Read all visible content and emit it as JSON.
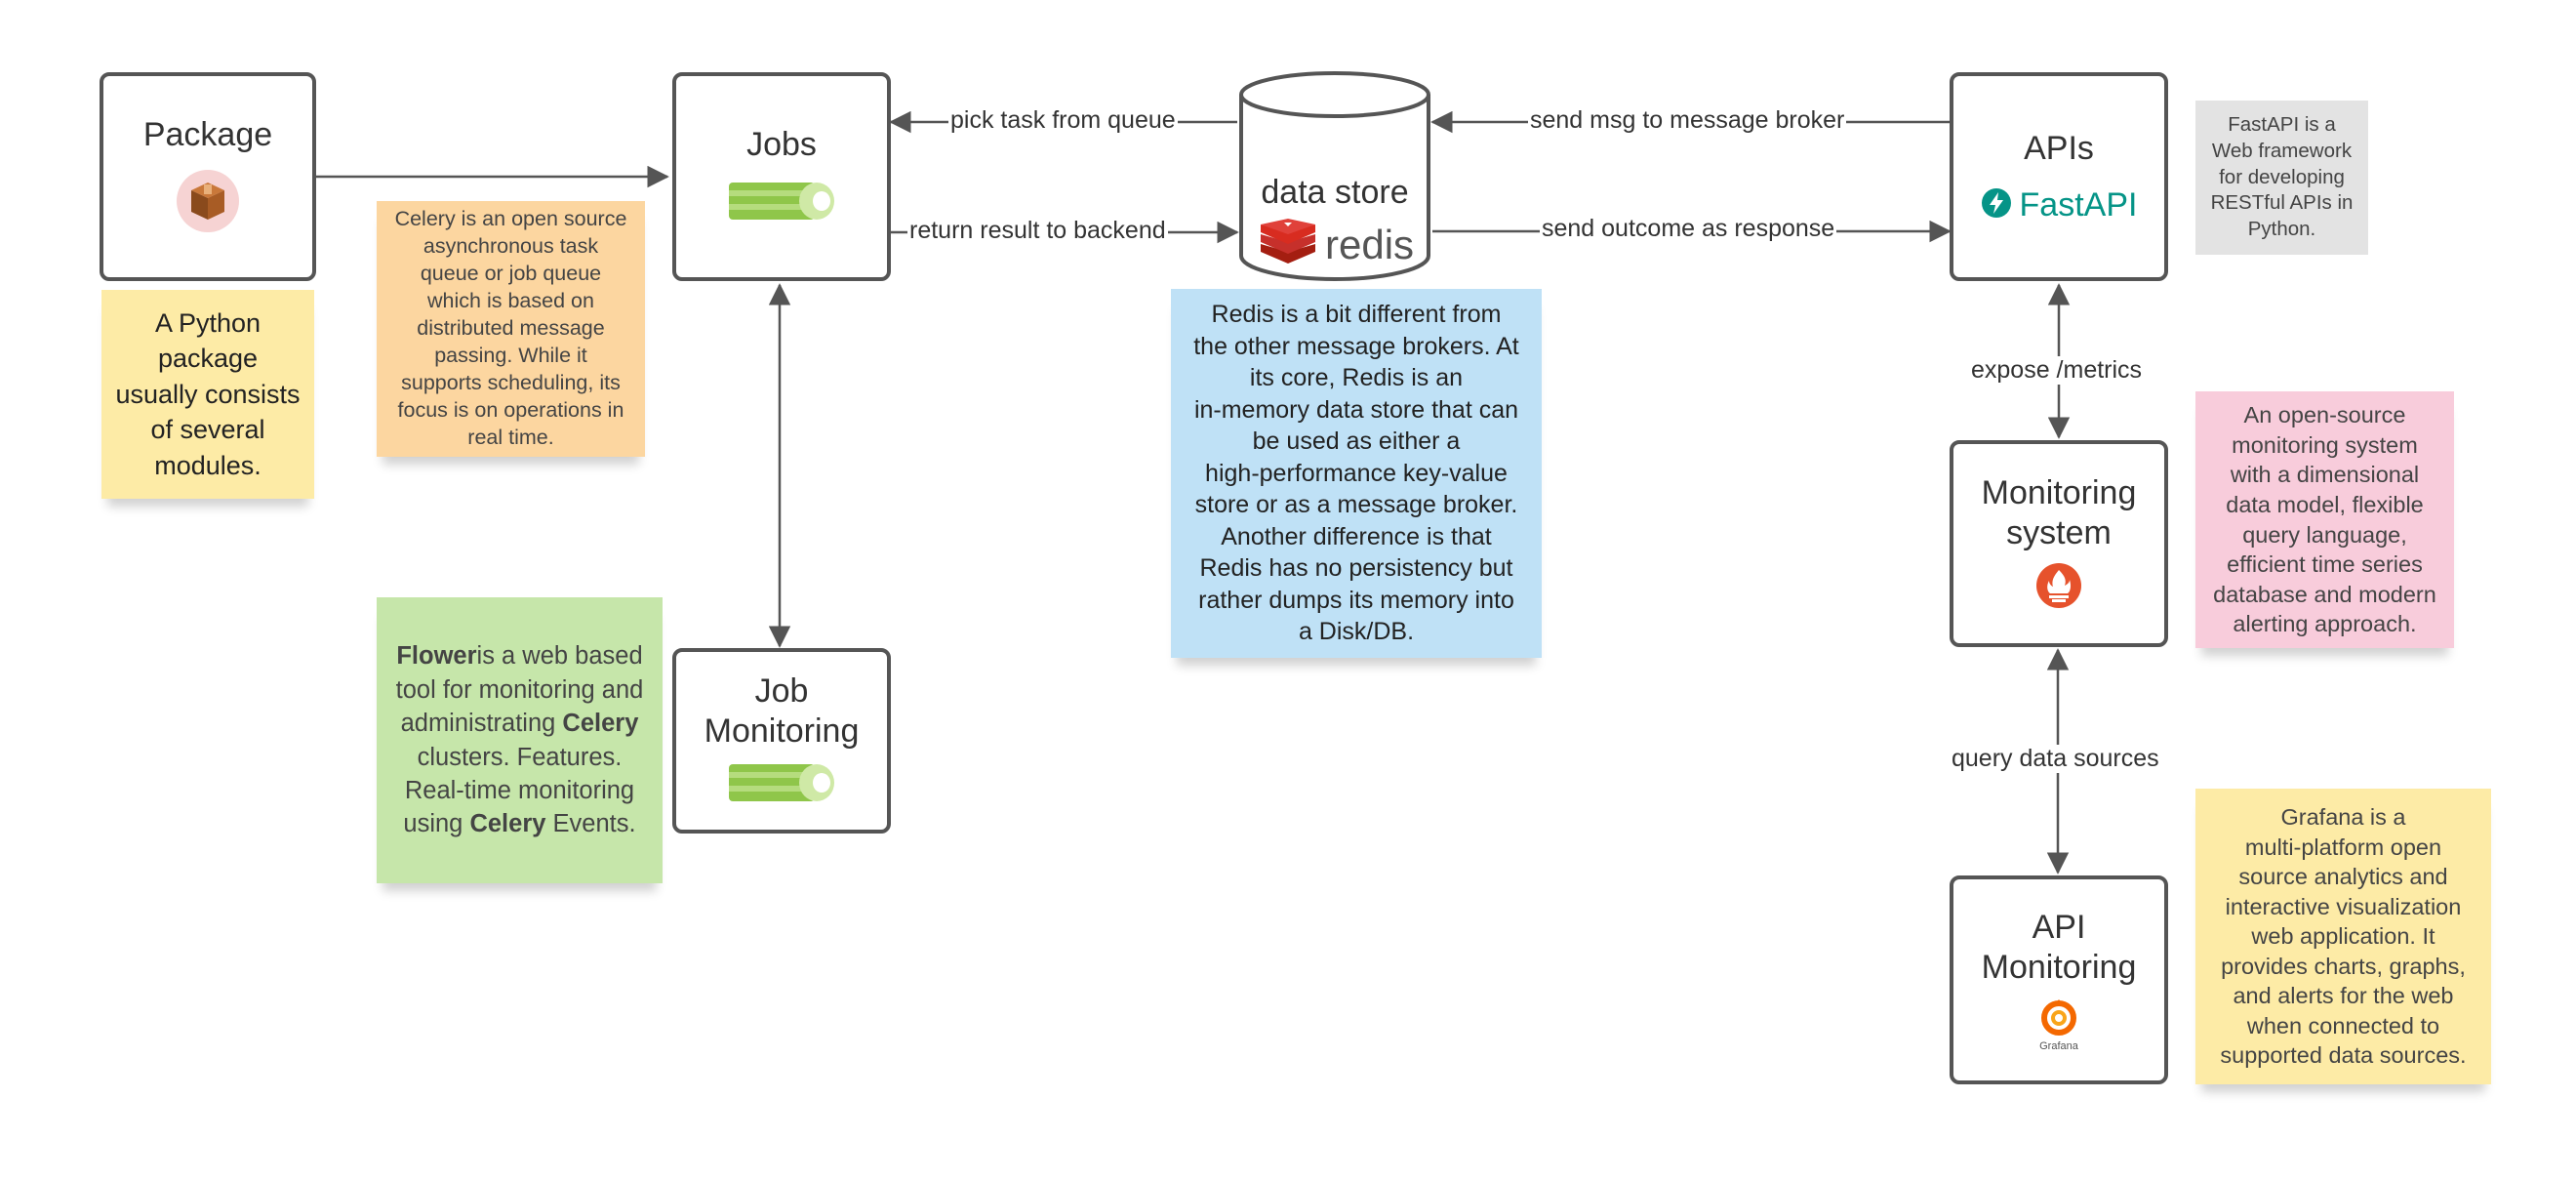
{
  "nodes": {
    "package": {
      "title": "Package",
      "icon": "package-box-icon"
    },
    "jobs": {
      "title": "Jobs",
      "icon": "celery-icon"
    },
    "job_monitoring": {
      "title_line1": "Job",
      "title_line2": "Monitoring",
      "icon": "celery-icon"
    },
    "data_store": {
      "title": "data store",
      "brand": "redis",
      "icon": "redis-icon"
    },
    "apis": {
      "title": "APIs",
      "brand": "FastAPI",
      "icon": "fastapi-icon"
    },
    "monitoring_system": {
      "title_line1": "Monitoring",
      "title_line2": "system",
      "icon": "prometheus-icon"
    },
    "api_monitoring": {
      "title_line1": "API",
      "title_line2": "Monitoring",
      "brand": "Grafana",
      "icon": "grafana-icon"
    }
  },
  "edge_labels": {
    "pick_task": "pick task from queue",
    "return_result": "return result to backend",
    "send_msg": "send msg to message broker",
    "send_outcome": "send outcome as response",
    "expose_metrics": "expose /metrics",
    "query_sources": "query data sources"
  },
  "notes": {
    "package": [
      "A Python",
      "package",
      "usually consists",
      "of several",
      "modules."
    ],
    "celery": [
      "Celery is an open source",
      "asynchronous task",
      "queue or job queue",
      "which is based on",
      "distributed message",
      "passing. While it",
      "supports scheduling, its",
      "focus is on operations in",
      "real time."
    ],
    "flower": {
      "line1_bold": "Flower",
      "line1_rest": "is a web based",
      "line2": "tool for monitoring and",
      "line3_pre": "administrating ",
      "line3_bold": "Celery",
      "line4": "clusters. Features.",
      "line5": "Real-time monitoring",
      "line6_pre": "using ",
      "line6_bold": "Celery",
      "line6_post": " Events."
    },
    "redis": [
      "Redis is a bit different from",
      "the other message brokers. At",
      "its core, Redis is an",
      "in-memory data store that can",
      "be used as either a",
      "high-performance key-value",
      "store or as a message broker.",
      "Another difference is that",
      "Redis has no persistency but",
      "rather dumps its memory into",
      "a Disk/DB."
    ],
    "fastapi": [
      "FastAPI is a",
      "Web framework",
      "for developing",
      "RESTful APIs in",
      "Python."
    ],
    "prometheus": [
      "An open-source",
      "monitoring system",
      "with a dimensional",
      "data model, flexible",
      "query language,",
      "efficient time series",
      "database and modern",
      "alerting approach."
    ],
    "grafana": [
      "Grafana is a",
      "multi-platform open",
      "source analytics and",
      "interactive visualization",
      "web application. It",
      "provides charts, graphs,",
      "and alerts for the web",
      "when connected to",
      "supported data sources."
    ]
  },
  "colors": {
    "note_yellow": "#fdeba6",
    "note_orange": "#fcd6a0",
    "note_green": "#c6e6aa",
    "note_blue": "#bfe1f6",
    "note_gray": "#e3e3e3",
    "note_pink": "#f8ccdb",
    "celery_green": "#8fc64a",
    "redis_red": "#d82c20",
    "fastapi_teal": "#059487",
    "prometheus_orange": "#e6522c",
    "grafana_orange": "#f46800",
    "edge": "#555555"
  }
}
